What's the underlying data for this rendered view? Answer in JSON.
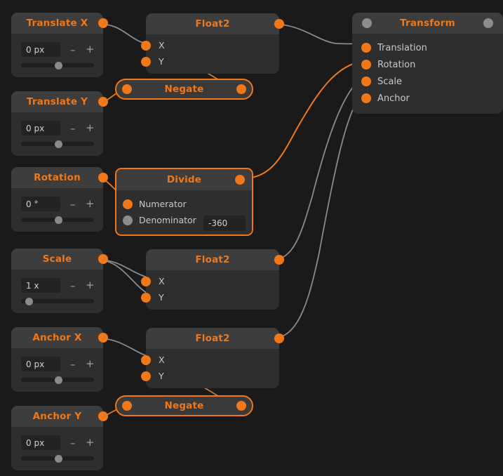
{
  "canvas": {
    "background": "#1a1a1a",
    "accent": "#f07818",
    "wire_default": "#8a8a8a",
    "wire_active": "#f07818"
  },
  "nodes": {
    "translate_x": {
      "title": "Translate X",
      "value": "0 px",
      "minus": "–",
      "plus": "+",
      "slider_pct": 50
    },
    "translate_y": {
      "title": "Translate Y",
      "value": "0 px",
      "minus": "–",
      "plus": "+",
      "slider_pct": 50
    },
    "rotation": {
      "title": "Rotation",
      "value": "0 °",
      "minus": "–",
      "plus": "+",
      "slider_pct": 50
    },
    "scale": {
      "title": "Scale",
      "value": "1 x",
      "minus": "–",
      "plus": "+",
      "slider_pct": 8
    },
    "anchor_x": {
      "title": "Anchor X",
      "value": "0 px",
      "minus": "–",
      "plus": "+",
      "slider_pct": 50
    },
    "anchor_y": {
      "title": "Anchor Y",
      "value": "0 px",
      "minus": "–",
      "plus": "+",
      "slider_pct": 50
    },
    "float2_translate": {
      "title": "Float2",
      "input_x": "X",
      "input_y": "Y"
    },
    "float2_scale": {
      "title": "Float2",
      "input_x": "X",
      "input_y": "Y"
    },
    "float2_anchor": {
      "title": "Float2",
      "input_x": "X",
      "input_y": "Y"
    },
    "negate_translate": {
      "title": "Negate"
    },
    "negate_anchor": {
      "title": "Negate"
    },
    "divide": {
      "title": "Divide",
      "numerator": "Numerator",
      "denominator": "Denominator",
      "denominator_value": "-360"
    },
    "transform": {
      "title": "Transform",
      "inputs": [
        {
          "label": "Translation"
        },
        {
          "label": "Rotation"
        },
        {
          "label": "Scale"
        },
        {
          "label": "Anchor"
        }
      ]
    }
  }
}
